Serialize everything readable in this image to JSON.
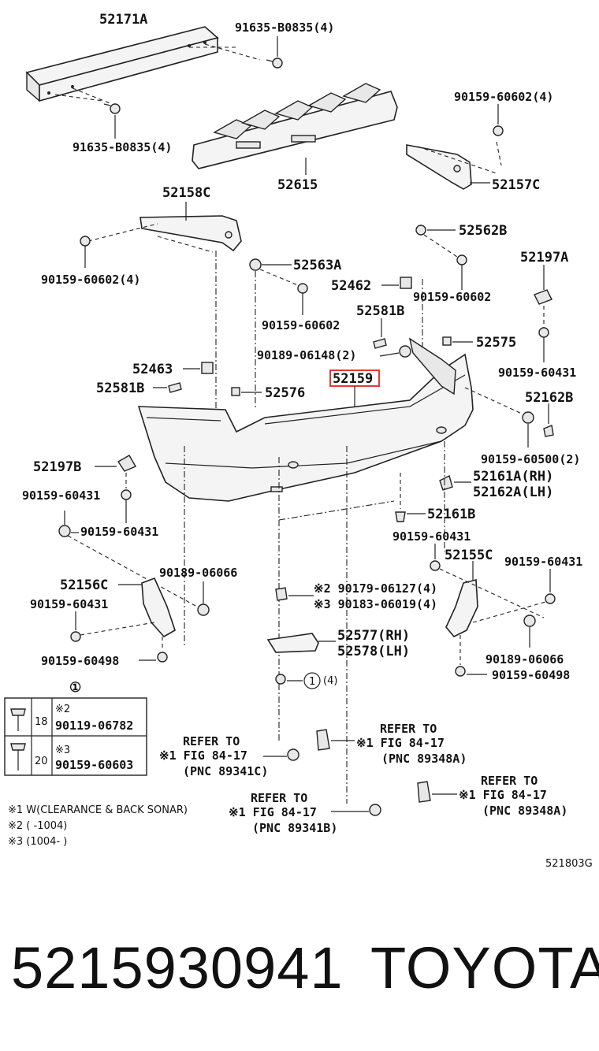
{
  "labels": {
    "p52171A": "52171A",
    "p91635_top": "91635-B0835(4)",
    "p91635_bot": "91635-B0835(4)",
    "p52615": "52615",
    "p90159_60602_4_r": "90159-60602(4)",
    "p52157C": "52157C",
    "p52158C": "52158C",
    "p90159_60602_4_l": "90159-60602(4)",
    "p52562B": "52562B",
    "p52563A": "52563A",
    "p52197A": "52197A",
    "p52462": "52462",
    "p90159_60602_r": "90159-60602",
    "p90159_60602_c": "90159-60602",
    "p52581B_r": "52581B",
    "p90189_06148": "90189-06148(2)",
    "p52575": "52575",
    "p90159_60431_r": "90159-60431",
    "p52463": "52463",
    "p52159": "52159",
    "p52581B_l": "52581B",
    "p52576": "52576",
    "p52162B": "52162B",
    "p90159_60500": "90159-60500(2)",
    "p52197B": "52197B",
    "p52161A": "52161A(RH)",
    "p52162A": "52162A(LH)",
    "p90159_60431_l1": "90159-60431",
    "p52161B": "52161B",
    "p90159_60431_l2": "90159-60431",
    "p90159_60431_m": "90159-60431",
    "p52155C": "52155C",
    "p90159_60431_rr": "90159-60431",
    "p90189_06066_l": "90189-06066",
    "p52156C": "52156C",
    "p90159_60431_l3": "90159-60431",
    "p90179_06127": "※2 90179-06127(4)",
    "p90183_06019": "※3 90183-06019(4)",
    "p90159_60498_l": "90159-60498",
    "p52577": "52577(RH)",
    "p52578": "52578(LH)",
    "p90189_06066_r": "90189-06066",
    "p90159_60498_r": "90159-60498",
    "circ_ref": "(4)"
  },
  "legend_box": {
    "circle_num": "①",
    "row1_mark": "※2",
    "row1_size": "18",
    "row1_part": "90119-06782",
    "row2_mark": "※3",
    "row2_size": "20",
    "row2_part": "90159-60603"
  },
  "refs": {
    "r1_a": "REFER TO",
    "r1_b": "※1 FIG 84-17",
    "r1_c": "(PNC 89341C)",
    "r2_a": "REFER TO",
    "r2_b": "※1 FIG 84-17",
    "r2_c": "(PNC 89348A)",
    "r3_a": "REFER TO",
    "r3_b": "※1 FIG 84-17",
    "r3_c": "(PNC 89348A)",
    "r4_a": "REFER TO",
    "r4_b": "※1 FIG 84-17",
    "r4_c": "(PNC 89341B)"
  },
  "notes": {
    "n1": "※1 W(CLEARANCE & BACK SONAR)",
    "n2": "※2 (      -1004)",
    "n3": "※3 (1004-      )"
  },
  "figure_code": "521803G",
  "footer": {
    "part_number": "5215930941",
    "brand": "TOYOTA"
  },
  "colors": {
    "highlight": "#e53935",
    "ink": "#111111"
  }
}
